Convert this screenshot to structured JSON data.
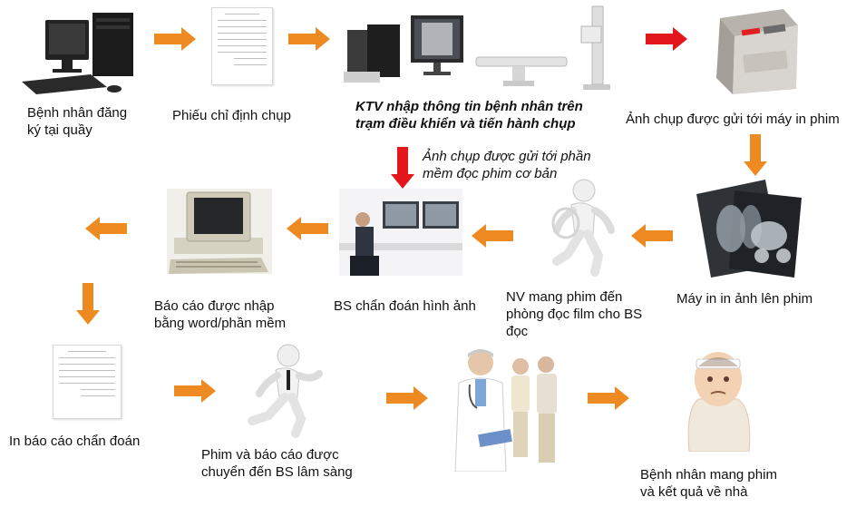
{
  "colors": {
    "arrow_orange": "#ed8b22",
    "arrow_red": "#e3161b"
  },
  "steps": {
    "register": "Bệnh nhân đăng\nký tại quầy",
    "request_form": "Phiếu chỉ định chụp",
    "ktv_capture": "KTV nhập thông tin  bệnh nhân trên\ntrạm  điều khiển và tiến hành chụp",
    "sent_to_printer": "Ảnh chụp được gửi tới máy in phim",
    "sent_to_software": "Ảnh chụp được gửi tới phần\nmềm đọc phim cơ bản",
    "printer_prints": "Máy in in ảnh lên phim",
    "staff_carries": "NV mang phim đến\nphòng đọc film cho BS\nđọc",
    "radiologist": "BS chẩn đoán hình ảnh",
    "report_entered": "Báo cáo được nhập\nbằng word/phần mềm",
    "print_report": "In báo cáo chẩn đoán",
    "to_clinician": "Phim và báo cáo được\nchuyển đến BS lâm sàng",
    "patient_home": "Bệnh nhân mang phim\nvà kết quả về nhà"
  },
  "icons": {
    "register": "desktop-computer-icon",
    "request_form": "document-icon",
    "capture": "xray-machine-icon",
    "printer": "film-printer-icon",
    "film": "xray-film-icon",
    "runner_staff": "running-figure-icon",
    "radiologist": "radiologist-workstation-icon",
    "report_pc": "crt-computer-icon",
    "print_report": "document-icon",
    "runner_report": "running-figure-icon",
    "doctor": "doctor-consult-icon",
    "patient": "patient-icon"
  }
}
